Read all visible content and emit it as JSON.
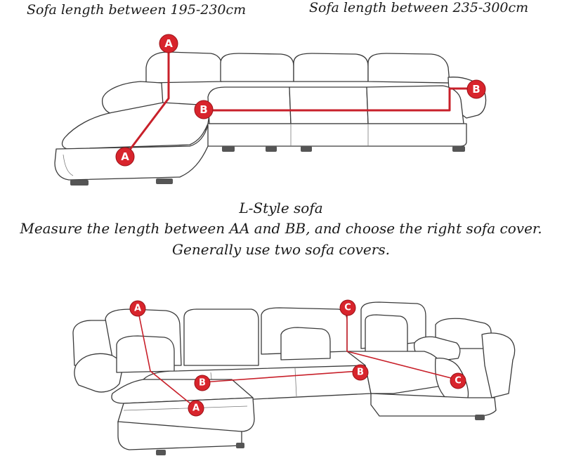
{
  "captions": {
    "left_length": "Sofa length between 195-230cm",
    "right_length": "Sofa length between 235-300cm",
    "sofa_type": "L-Style sofa",
    "instruction_line1": "Measure the length between AA and BB, and choose the right sofa cover.",
    "instruction_line2": "Generally use two sofa covers."
  },
  "markers": {
    "a_top": "A",
    "a_bottom": "A",
    "b_left": "B",
    "b_right": "B",
    "u_a_top": "A",
    "u_a_bottom": "A",
    "u_b_left": "B",
    "u_b_right": "B",
    "u_c_top": "C",
    "u_c_bottom": "C"
  },
  "colors": {
    "marker_red": "#d8242c",
    "line_red": "#c8202a",
    "outline": "#3a3a3a"
  }
}
